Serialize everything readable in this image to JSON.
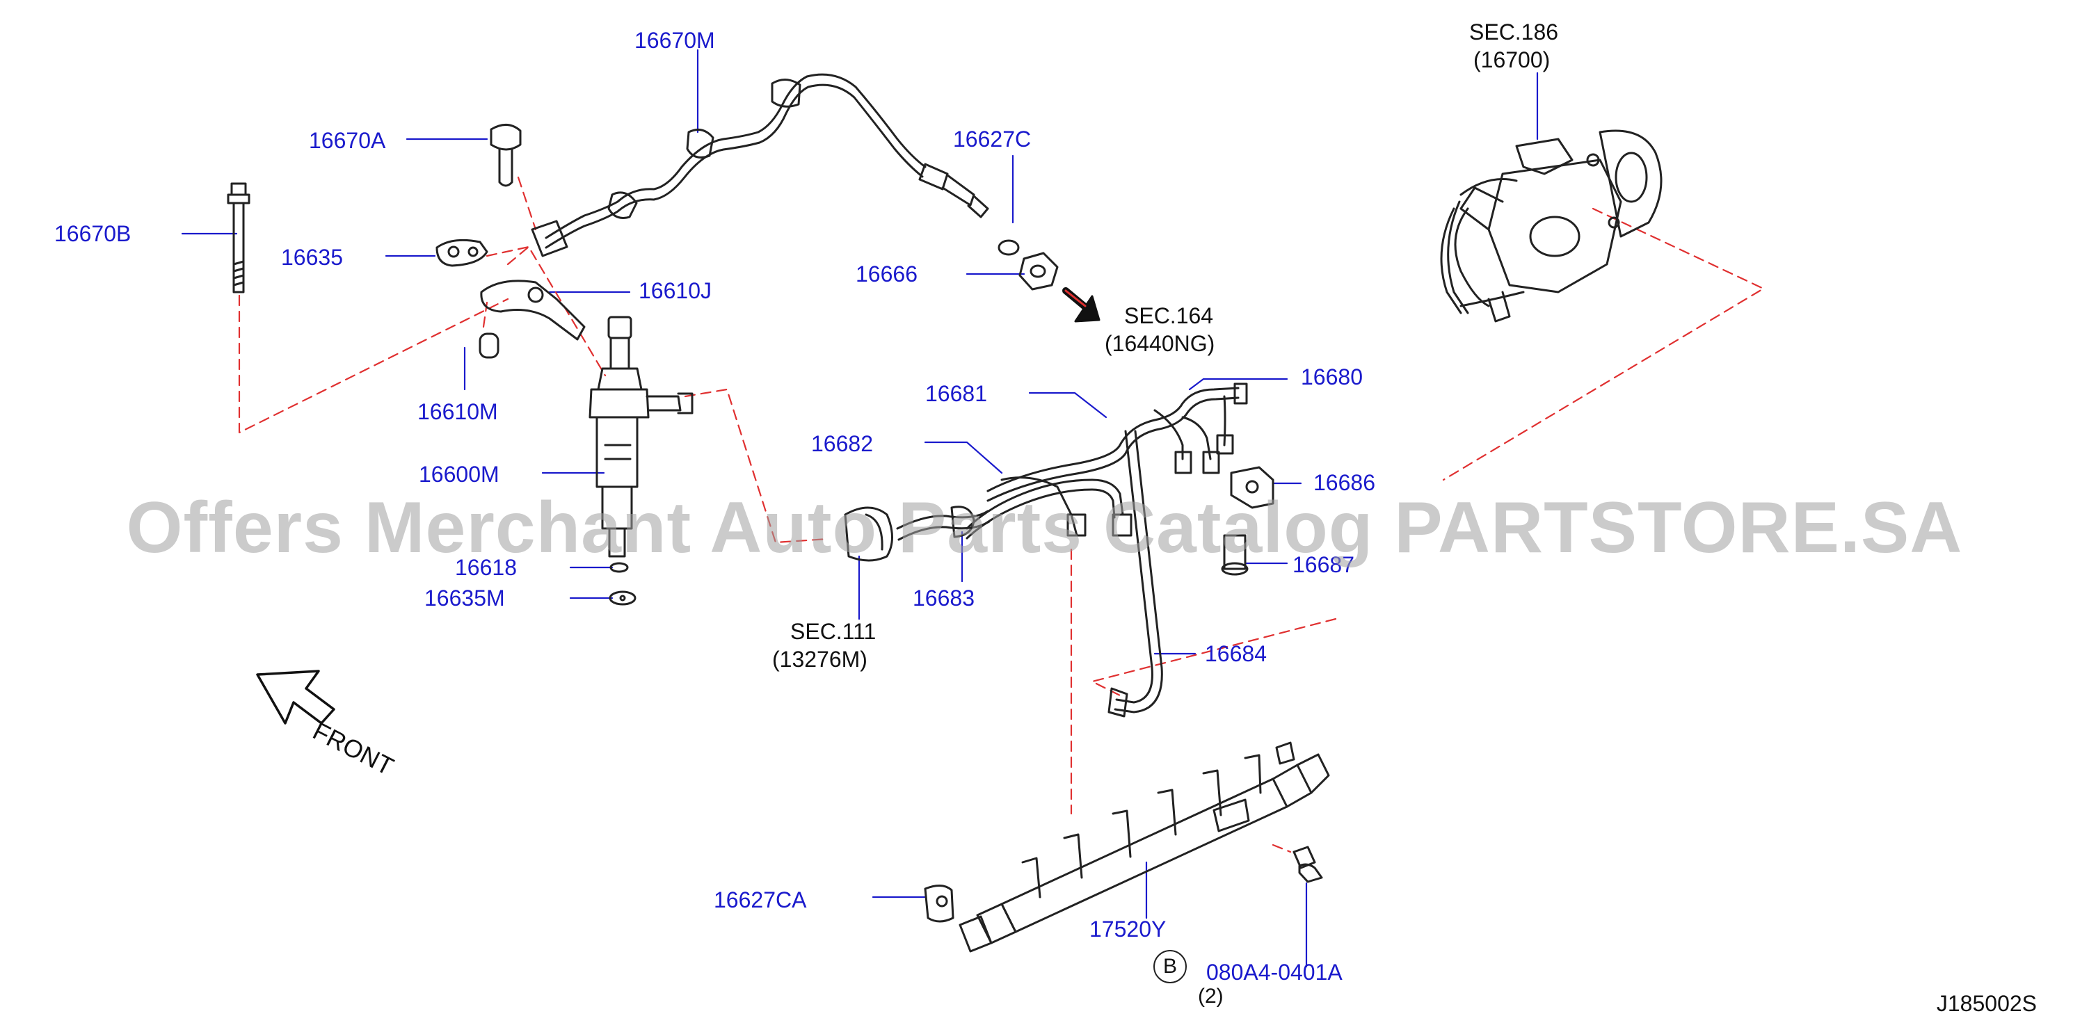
{
  "labels": {
    "p16670M": "16670M",
    "p16670A": "16670A",
    "p16670B": "16670B",
    "p16635": "16635",
    "p16610J": "16610J",
    "p16610M": "16610M",
    "p16600M": "16600M",
    "p16618": "16618",
    "p16635M": "16635M",
    "p16627C": "16627C",
    "p16666": "16666",
    "p16681": "16681",
    "p16680": "16680",
    "p16682": "16682",
    "p16683": "16683",
    "p16686": "16686",
    "p16687": "16687",
    "p16684": "16684",
    "p16627CA": "16627CA",
    "p17520Y": "17520Y",
    "p080A4": "080A4-0401A"
  },
  "sections": {
    "sec186": "SEC.186",
    "sec186_ref": "(16700)",
    "sec164": "SEC.164",
    "sec164_ref": "(16440NG)",
    "sec111": "SEC.111",
    "sec111_ref": "(13276M)"
  },
  "bolt_marker": "B",
  "bolt_qty": "(2)",
  "front_label": "FRONT",
  "diagram_ref": "J185002S",
  "watermark": "Offers Merchant Auto Parts Catalog PARTSTORE.SA",
  "colors": {
    "part_number": "#1a1acc",
    "dashed_leader": "#e03030",
    "line_art": "#222222"
  }
}
